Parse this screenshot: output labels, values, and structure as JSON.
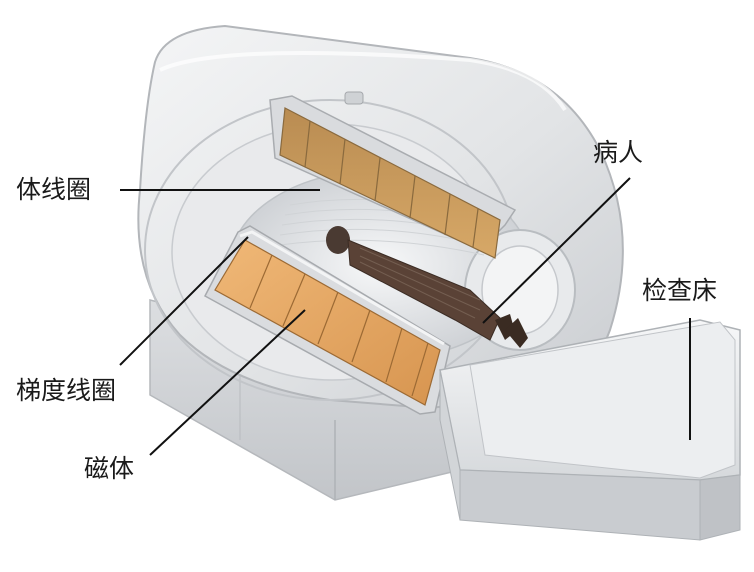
{
  "labels": {
    "body_coil": "体线圈",
    "gradient_coil": "梯度线圈",
    "magnet": "磁体",
    "patient": "病人",
    "exam_table": "检查床"
  }
}
